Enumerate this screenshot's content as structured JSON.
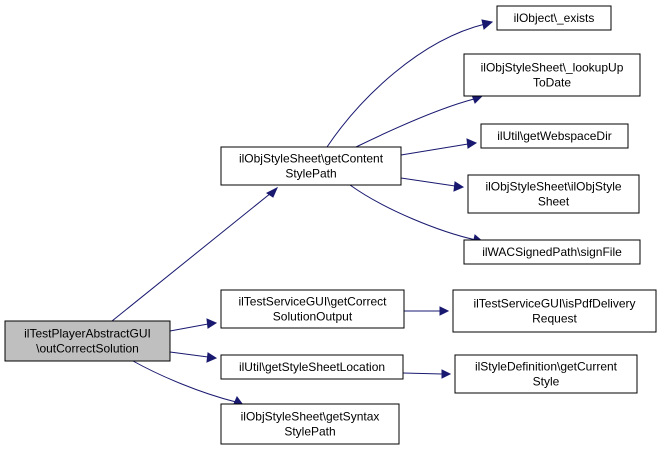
{
  "diagram": {
    "colors": {
      "edge": "#191970",
      "root_fill": "#bfbfbf",
      "node_fill": "#ffffff",
      "node_stroke": "#000000"
    },
    "nodes": [
      {
        "id": "root",
        "lines": [
          "ilTestPlayerAbstractGUI",
          "\\outCorrectSolution"
        ],
        "root": true
      },
      {
        "id": "getContentStylePath",
        "lines": [
          "ilObjStyleSheet\\getContent",
          "StylePath"
        ]
      },
      {
        "id": "getCorrectSolutionOutput",
        "lines": [
          "ilTestServiceGUI\\getCorrect",
          "SolutionOutput"
        ]
      },
      {
        "id": "getStyleSheetLocation",
        "lines": [
          "ilUtil\\getStyleSheetLocation"
        ]
      },
      {
        "id": "getSyntaxStylePath",
        "lines": [
          "ilObjStyleSheet\\getSyntax",
          "StylePath"
        ]
      },
      {
        "id": "exists",
        "lines": [
          "ilObject\\_exists"
        ]
      },
      {
        "id": "lookupUpToDate",
        "lines": [
          "ilObjStyleSheet\\_lookupUp",
          "ToDate"
        ]
      },
      {
        "id": "getWebspaceDir",
        "lines": [
          "ilUtil\\getWebspaceDir"
        ]
      },
      {
        "id": "ilObjStyleSheet",
        "lines": [
          "ilObjStyleSheet\\ilObjStyle",
          "Sheet"
        ]
      },
      {
        "id": "signFile",
        "lines": [
          "ilWACSignedPath\\signFile"
        ]
      },
      {
        "id": "isPdfDeliveryRequest",
        "lines": [
          "ilTestServiceGUI\\isPdfDelivery",
          "Request"
        ]
      },
      {
        "id": "getCurrentStyle",
        "lines": [
          "ilStyleDefinition\\getCurrent",
          "Style"
        ]
      }
    ],
    "edges": [
      {
        "from": "root",
        "to": "getContentStylePath"
      },
      {
        "from": "root",
        "to": "getCorrectSolutionOutput"
      },
      {
        "from": "root",
        "to": "getStyleSheetLocation"
      },
      {
        "from": "root",
        "to": "getSyntaxStylePath"
      },
      {
        "from": "getContentStylePath",
        "to": "exists"
      },
      {
        "from": "getContentStylePath",
        "to": "lookupUpToDate"
      },
      {
        "from": "getContentStylePath",
        "to": "getWebspaceDir"
      },
      {
        "from": "getContentStylePath",
        "to": "ilObjStyleSheet"
      },
      {
        "from": "getContentStylePath",
        "to": "signFile"
      },
      {
        "from": "getCorrectSolutionOutput",
        "to": "isPdfDeliveryRequest"
      },
      {
        "from": "getStyleSheetLocation",
        "to": "getCurrentStyle"
      }
    ]
  }
}
